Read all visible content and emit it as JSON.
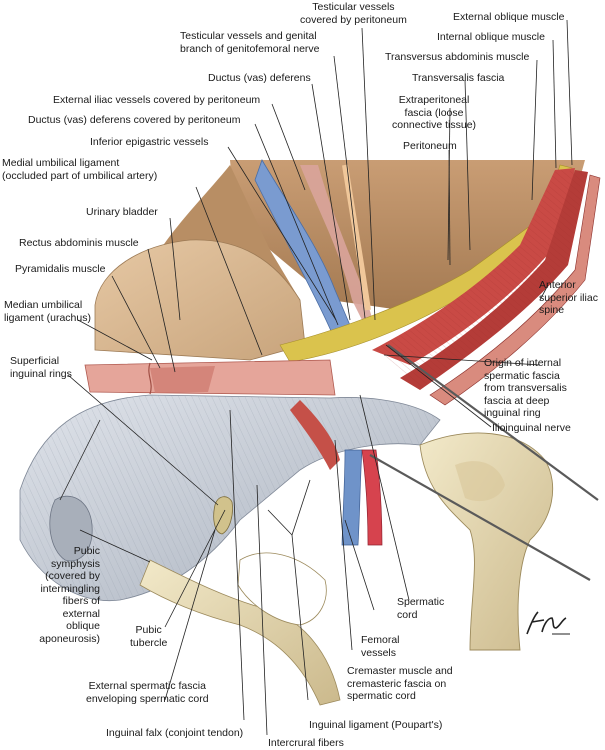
{
  "labels": {
    "testicular_vessels_peritoneum": "Testicular vessels\ncovered by peritoneum",
    "external_oblique": "External oblique muscle",
    "testicular_genital_branch": "Testicular vessels and genital\nbranch of genitofemoral nerve",
    "internal_oblique": "Internal oblique muscle",
    "transversus_abdominis": "Transversus abdominis muscle",
    "ductus_deferens_top": "Ductus (vas) deferens",
    "transversalis_fascia": "Transversalis fascia",
    "external_iliac_vessels": "External iliac vessels covered by peritoneum",
    "extraperitoneal_fascia": "Extraperitoneal\nfascia (loose\nconnective tissue)",
    "ductus_deferens_peritoneum": "Ductus (vas) deferens covered by peritoneum",
    "inferior_epigastric": "Inferior epigastric vessels",
    "peritoneum": "Peritoneum",
    "medial_umbilical": "Medial umbilical ligament\n(occluded part of umbilical artery)",
    "urinary_bladder": "Urinary bladder",
    "rectus_abdominis": "Rectus abdominis muscle",
    "pyramidalis": "Pyramidalis muscle",
    "anterior_superior_iliac": "Anterior\nsuperior iliac\nspine",
    "median_umbilical": "Median umbilical\nligament (urachus)",
    "superficial_inguinal": "Superficial\ninguinal rings",
    "origin_internal_spermatic": "Origin of internal\nspermatic fascia\nfrom transversalis\nfascia at deep\ninguinal ring",
    "ilioinguinal_nerve": "Ilioinguinal nerve",
    "pubic_symphysis": "Pubic\nsymphysis\n(covered by\nintermingling\nfibers of\nexternal\noblique\naponeurosis)",
    "spermatic_cord": "Spermatic\ncord",
    "pubic_tubercle": "Pubic\ntubercle",
    "femoral_vessels": "Femoral\nvessels",
    "cremaster": "Cremaster muscle and\ncremasteric fascia on\nspermatic cord",
    "external_spermatic_fascia": "External spermatic fascia\nenveloping spermatic cord",
    "inguinal_ligament": "Inguinal ligament (Poupart's)",
    "inguinal_falx": "Inguinal falx (conjoint tendon)",
    "intercrural_fibers": "Intercrural fibers"
  },
  "colors": {
    "muscle_red": "#c94a45",
    "fascia_tan": "#d8b48a",
    "fat_yellow": "#d9c24a",
    "bone": "#e8dcb8",
    "vein_blue": "#6f93c9",
    "aponeurosis_gray": "#c9ced6",
    "leader_line": "#222222"
  }
}
